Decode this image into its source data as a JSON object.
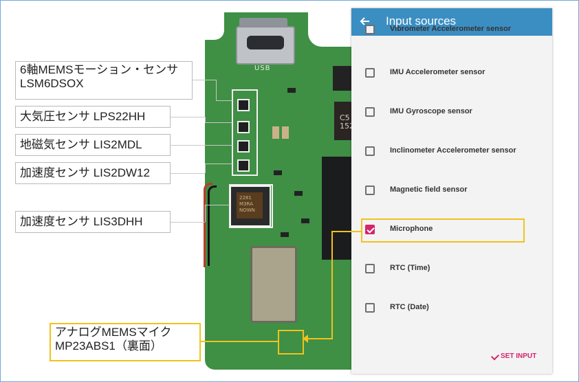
{
  "labels": {
    "lsm6": [
      "6軸MEMSモーション・センサ",
      "LSM6DSOX"
    ],
    "lps22": "大気圧センサ LPS22HH",
    "lis2mdl": "地磁気センサ LIS2MDL",
    "lis2dw": "加速度センサ LIS2DW12",
    "lis3dhh": "加速度センサ LIS3DHH",
    "mic": [
      "アナログMEMSマイク",
      "MP23ABS1（裏面）"
    ]
  },
  "pcb": {
    "usb_label": "USB",
    "chip_text": [
      "C5",
      "152"
    ],
    "lis3_text": [
      "2281",
      "M3RA",
      "NOWN"
    ]
  },
  "panel": {
    "title": "Input sources",
    "items": [
      {
        "label": "Vibrometer Accelerometer sensor",
        "checked": false
      },
      {
        "label": "IMU Accelerometer sensor",
        "checked": false
      },
      {
        "label": "IMU Gyroscope sensor",
        "checked": false
      },
      {
        "label": "Inclinometer Accelerometer sensor",
        "checked": false
      },
      {
        "label": "Magnetic field sensor",
        "checked": false
      },
      {
        "label": "Microphone",
        "checked": true
      },
      {
        "label": "RTC (Time)",
        "checked": false
      },
      {
        "label": "RTC (Date)",
        "checked": false
      }
    ],
    "set_input": "SET INPUT"
  },
  "colors": {
    "accent": "#3b8ec2",
    "pink": "#d6246e",
    "highlight": "#f2c21b",
    "pcb_green": "#3f8f45"
  }
}
